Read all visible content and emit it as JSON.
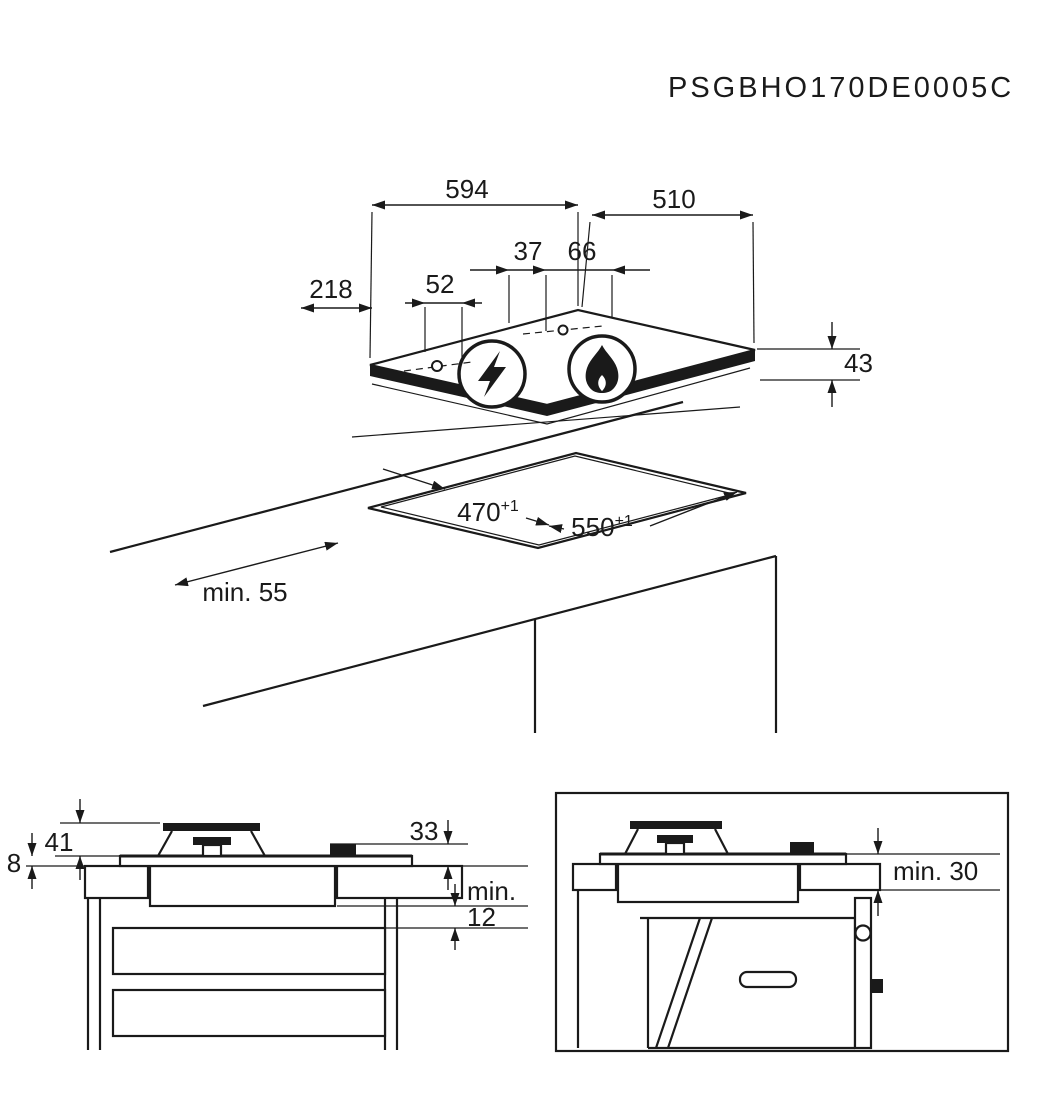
{
  "title": "PSGBHO170DE0005C",
  "hob_top_view": {
    "width_mm": "594",
    "depth_mm": "510",
    "burner_dim_a": "37",
    "burner_dim_b": "66",
    "control_offset": "218",
    "control_spacing": "52",
    "build_in_height": "43"
  },
  "worktop_cutout": {
    "depth_value": "470",
    "depth_tolerance": "+1",
    "width_value": "550",
    "width_tolerance": "+1",
    "min_wall_distance": "min. 55"
  },
  "side_section_view": {
    "pan_support_height": "41",
    "glass_thickness": "8",
    "burner_height": "33",
    "clearance_min_label": "min.",
    "clearance_min_value": "12"
  },
  "oven_section_view": {
    "min_oven_clearance": "min. 30"
  },
  "icons": {
    "left_burner": "lightning-bolt-icon",
    "right_burner": "flame-icon"
  },
  "colors": {
    "line": "#1a1a1a",
    "background": "#ffffff"
  }
}
